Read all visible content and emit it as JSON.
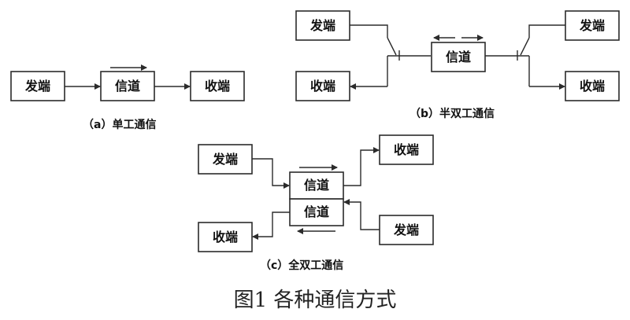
{
  "simplex": {
    "sender": "发端",
    "channel": "信道",
    "receiver": "收端",
    "caption": "（a）单工通信"
  },
  "half_duplex": {
    "left_sender": "发端",
    "left_receiver": "收端",
    "channel": "信道",
    "right_sender": "发端",
    "right_receiver": "收端",
    "caption": "（b）半双工通信"
  },
  "full_duplex": {
    "sender_top": "发端",
    "channel_top": "信道",
    "channel_bottom": "信道",
    "receiver_top": "收端",
    "receiver_bottom": "收端",
    "sender_bottom": "发端",
    "caption": "（c）全双工通信"
  },
  "figure_caption": "图1  各种通信方式"
}
